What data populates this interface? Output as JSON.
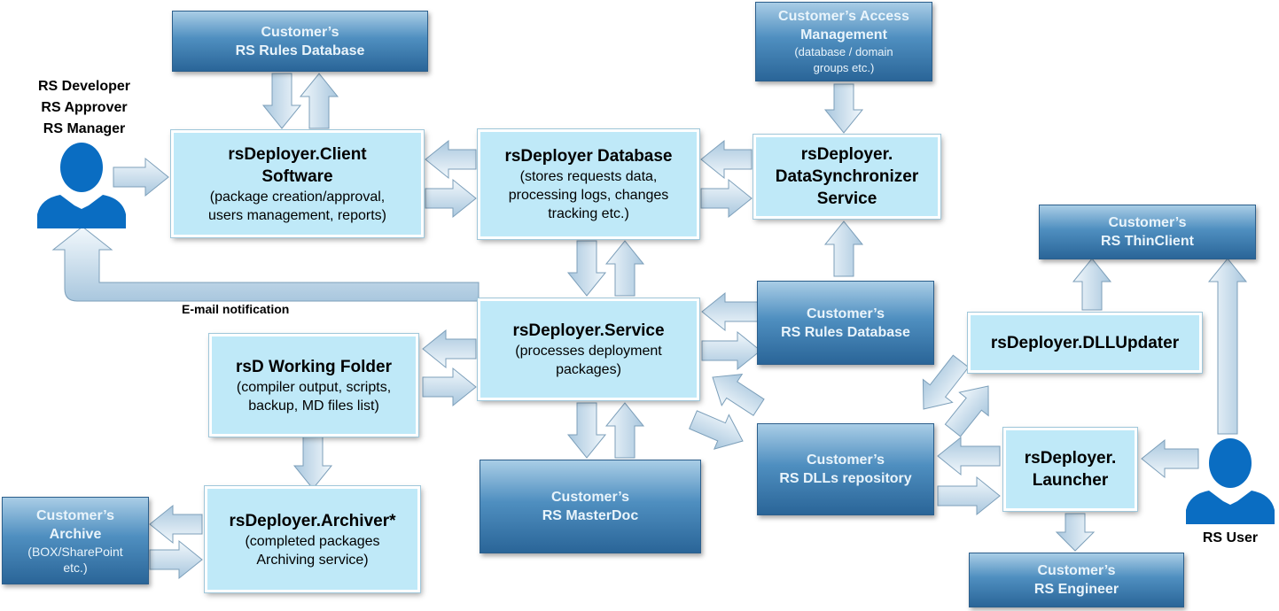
{
  "actors": {
    "developer": {
      "lines": [
        "RS Developer",
        "RS Approver",
        "RS Manager"
      ]
    },
    "user": {
      "label": "RS User"
    }
  },
  "notes": {
    "email": "E-mail notification"
  },
  "boxes": {
    "rules_db_top": {
      "lines": [
        "Customer’s",
        "RS Rules Database"
      ]
    },
    "access_mgmt": {
      "lines": [
        "Customer’s Access",
        "Management"
      ],
      "sub": [
        "(database / domain",
        "groups etc.)"
      ]
    },
    "client": {
      "title": [
        "rsDeployer.Client",
        "Software"
      ],
      "sub": [
        "(package creation/approval,",
        "users management, reports)"
      ]
    },
    "database": {
      "title": [
        "rsDeployer Database"
      ],
      "sub": [
        "(stores requests data,",
        "processing logs, changes",
        "tracking etc.)"
      ]
    },
    "sync": {
      "title": [
        "rsDeployer.",
        "DataSynchronizer",
        "Service"
      ]
    },
    "thinclient": {
      "lines": [
        "Customer’s",
        "RS ThinClient"
      ]
    },
    "service": {
      "title": [
        "rsDeployer.Service"
      ],
      "sub": [
        "(processes deployment",
        "packages)"
      ]
    },
    "rules_db_mid": {
      "lines": [
        "Customer’s",
        "RS Rules Database"
      ]
    },
    "dllupdater": {
      "title": [
        "rsDeployer.DLLUpdater"
      ]
    },
    "working_folder": {
      "title": [
        "rsD Working Folder"
      ],
      "sub": [
        "(compiler output, scripts,",
        "backup, MD files list)"
      ]
    },
    "dlls_repo": {
      "lines": [
        "Customer’s",
        "RS DLLs repository"
      ]
    },
    "launcher": {
      "title": [
        "rsDeployer.",
        "Launcher"
      ]
    },
    "masterdoc": {
      "lines": [
        "Customer’s",
        "RS MasterDoc"
      ]
    },
    "archive": {
      "lines": [
        "Customer’s",
        "Archive"
      ],
      "sub": [
        "(BOX/SharePoint",
        "etc.)"
      ]
    },
    "archiver": {
      "title": [
        "rsDeployer.Archiver*"
      ],
      "sub": [
        "(completed packages",
        "Archiving service)"
      ]
    },
    "engineer": {
      "lines": [
        "Customer’s",
        "RS Engineer"
      ]
    }
  },
  "colors": {
    "dark_box_top": "#a9cde6",
    "dark_box_bottom": "#2a6598",
    "light_box": "#bfe9f8",
    "arrow_fill_top": "#f2f8fc",
    "arrow_fill_bottom": "#a9c7de",
    "arrow_stroke": "#7c9fba",
    "person": "#0a6dc2"
  },
  "icons": {
    "person": "person-icon"
  }
}
